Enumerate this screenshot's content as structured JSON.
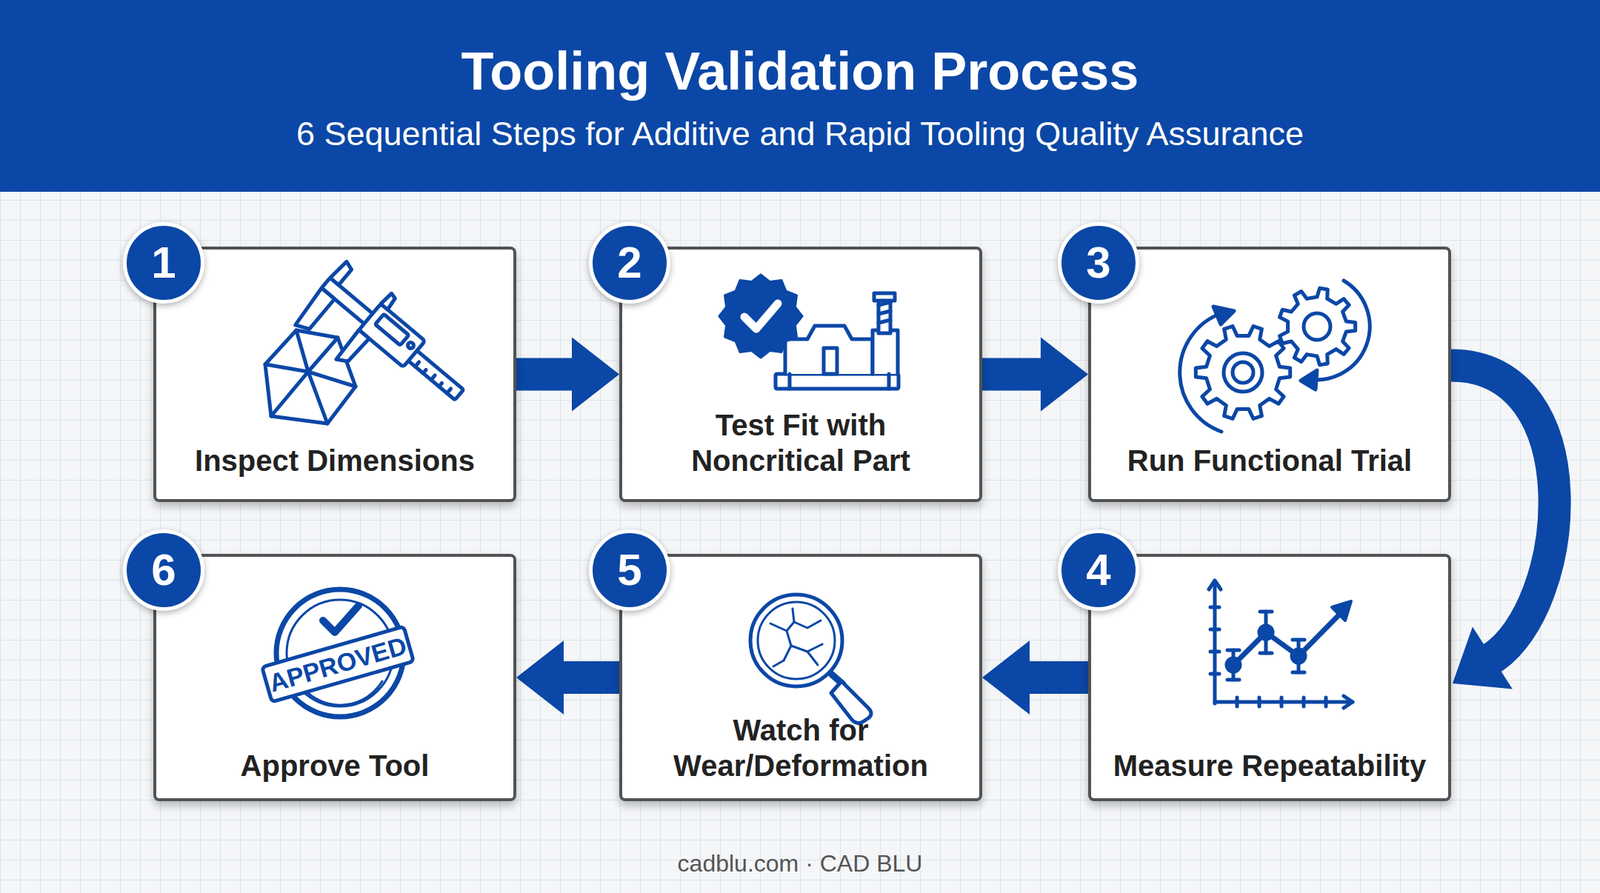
{
  "diagram": {
    "title": "Tooling Validation Process",
    "nodes": [
      {
        "text": [
          "1",
          "Inspect Dimensions"
        ]
      },
      {
        "text": [
          "2",
          "Test Fit with Noncritical Part"
        ]
      },
      {
        "text": [
          "3",
          "Run Functional Trial"
        ]
      },
      {
        "text": [
          "4",
          "Measure Repeatability"
        ]
      },
      {
        "text": [
          "5",
          "Watch for Wear/Deformation"
        ]
      },
      {
        "text": [
          "6",
          "Approve Tool"
        ]
      }
    ],
    "edges": [
      {
        "from": 0,
        "to": 1,
        "arrow": "to"
      },
      {
        "from": 1,
        "to": 2,
        "arrow": "to"
      },
      {
        "from": 2,
        "to": 3,
        "arrow": "to"
      },
      {
        "from": 3,
        "to": 4,
        "arrow": "to"
      },
      {
        "from": 4,
        "to": 5,
        "arrow": "to"
      }
    ],
    "labels": [
      "6 Sequential Steps for Additive and Rapid Tooling Quality Assurance",
      "APPROVED",
      "cadblu.com · CAD BLU"
    ]
  }
}
